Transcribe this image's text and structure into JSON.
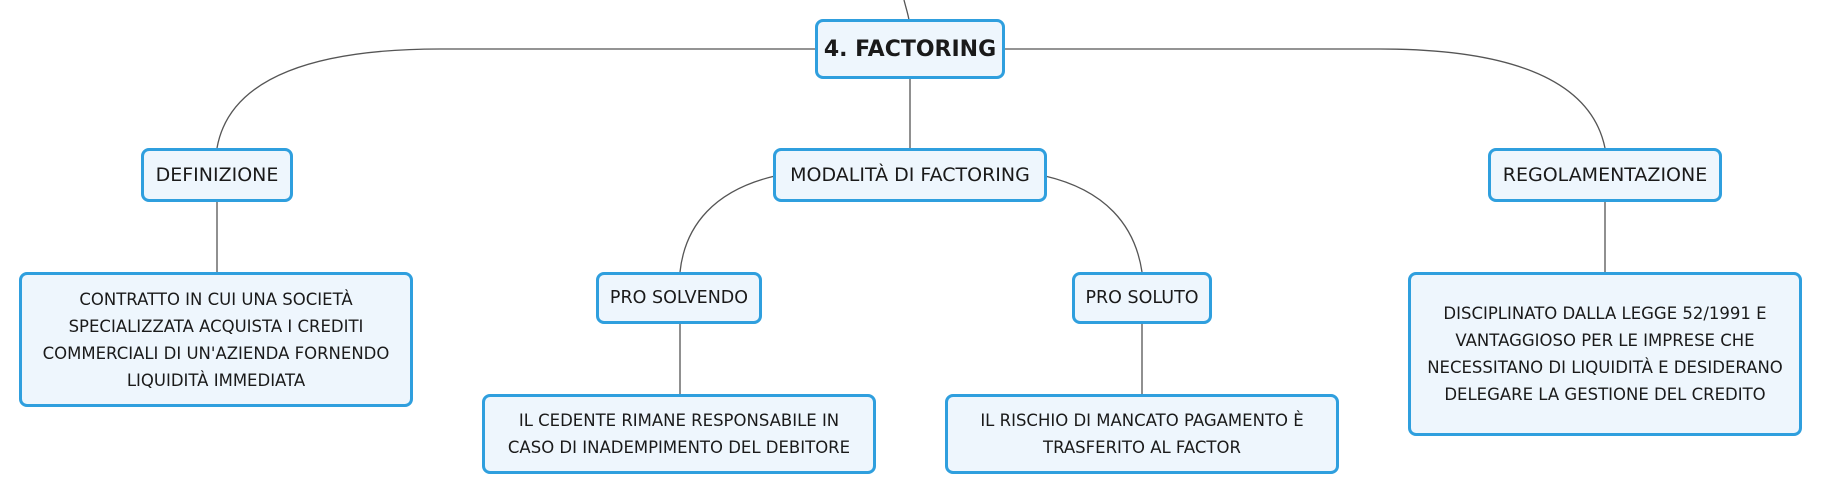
{
  "mindmap": {
    "root": {
      "label": "4. FACTORING"
    },
    "branches": {
      "definizione": {
        "label": "DEFINIZIONE",
        "detail": "CONTRATTO IN CUI UNA SOCIETÀ SPECIALIZZATA ACQUISTA I CREDITI COMMERCIALI DI UN'AZIENDA FORNENDO LIQUIDITÀ IMMEDIATA"
      },
      "modalita": {
        "label": "MODALITÀ DI FACTORING",
        "pro_solvendo": {
          "label": "PRO SOLVENDO",
          "detail": "IL CEDENTE RIMANE RESPONSABILE IN CASO DI INADEMPIMENTO DEL DEBITORE"
        },
        "pro_soluto": {
          "label": "PRO SOLUTO",
          "detail": "IL RISCHIO DI MANCATO PAGAMENTO È TRASFERITO AL FACTOR"
        }
      },
      "regolamentazione": {
        "label": "REGOLAMENTAZIONE",
        "detail": "DISCIPLINATO DALLA LEGGE 52/1991 E VANTAGGIOSO PER LE IMPRESE CHE NECESSITANO DI LIQUIDITÀ E DESIDERANO DELEGARE LA GESTIONE DEL CREDITO"
      }
    }
  },
  "colors": {
    "node_border": "#2f9fde",
    "node_fill": "#eef6fd",
    "connector": "#555555"
  }
}
